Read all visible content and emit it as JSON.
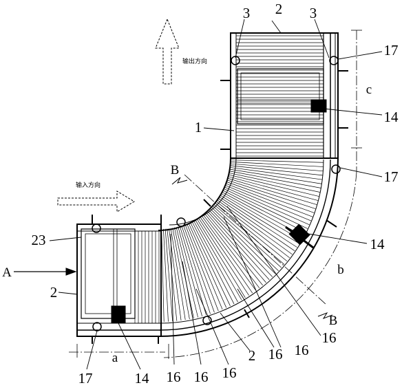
{
  "labels": {
    "top_2": "2",
    "top_3_left": "3",
    "top_3_right": "3",
    "r17_top": "17",
    "c": "c",
    "r14_top": "14",
    "l1": "1",
    "B_top": "B",
    "r17_mid": "17",
    "r14_mid": "14",
    "l23": "23",
    "A": "A",
    "l2_left": "2",
    "b": "b",
    "B_bottom": "B",
    "r16_right": "16",
    "b16_a": "16",
    "b16_b": "16",
    "b2": "2",
    "a": "a",
    "b17": "17",
    "b14": "14",
    "b16_c": "16",
    "b16_d": "16",
    "b16_e": "16"
  },
  "annotations": {
    "output_direction": "输出方向",
    "input_direction": "输入方向"
  }
}
